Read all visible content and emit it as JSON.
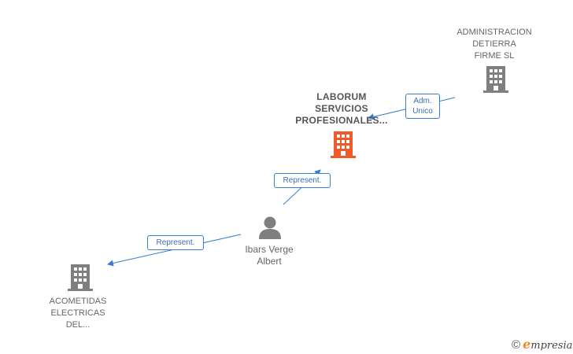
{
  "nodes": {
    "admin": {
      "label": "ADMINISTRACION\nDETIERRA\nFIRME  SL"
    },
    "laborum": {
      "label": "LABORUM\nSERVICIOS\nPROFESIONALES..."
    },
    "person": {
      "label": "Ibars Verge\nAlbert"
    },
    "acometidas": {
      "label": "ACOMETIDAS\nELECTRICAS\nDEL..."
    }
  },
  "edges": {
    "adm_unico": {
      "label": "Adm.\nUnico"
    },
    "represent_1": {
      "label": "Represent."
    },
    "represent_2": {
      "label": "Represent."
    }
  },
  "colors": {
    "company_grey": "#7f7f7f",
    "company_focus": "#f05a28",
    "edge_blue": "#3a7bd5",
    "person_grey": "#7f7f7f"
  },
  "brand": {
    "copyright": "©",
    "first_letter": "e",
    "rest": "mpresia"
  }
}
